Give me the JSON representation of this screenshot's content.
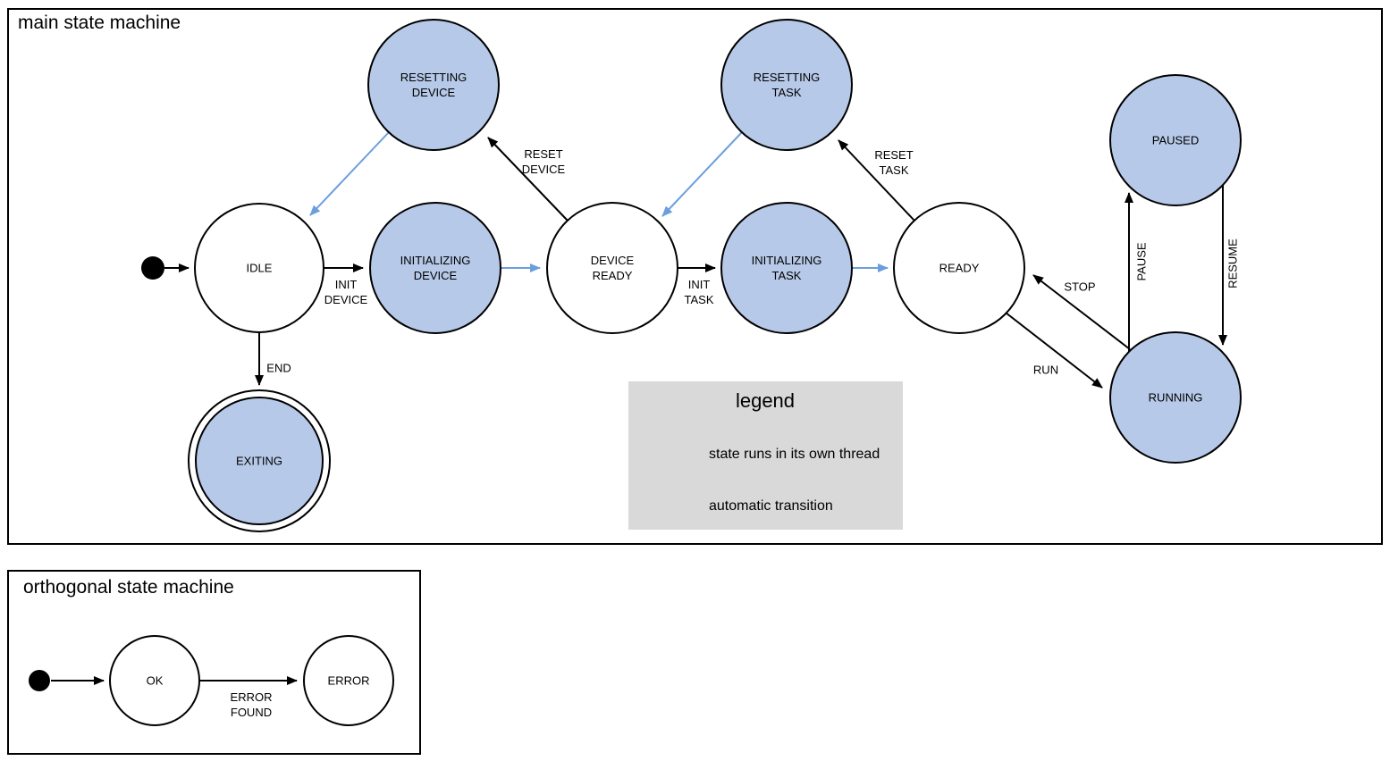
{
  "colors": {
    "state_fill": "#b7c9e8",
    "state_stroke": "#000000",
    "auto_transition": "#6c9ede",
    "legend_bg": "#d9d9d9"
  },
  "main_machine": {
    "title": "main state machine",
    "states": {
      "idle": {
        "label": "IDLE",
        "threaded": false
      },
      "resetting_device": {
        "label": "RESETTING\nDEVICE",
        "threaded": true
      },
      "initializing_device": {
        "label": "INITIALIZING\nDEVICE",
        "threaded": true
      },
      "device_ready": {
        "label": "DEVICE\nREADY",
        "threaded": false
      },
      "resetting_task": {
        "label": "RESETTING\nTASK",
        "threaded": true
      },
      "initializing_task": {
        "label": "INITIALIZING\nTASK",
        "threaded": true
      },
      "ready": {
        "label": "READY",
        "threaded": false
      },
      "paused": {
        "label": "PAUSED",
        "threaded": true
      },
      "running": {
        "label": "RUNNING",
        "threaded": true
      },
      "exiting": {
        "label": "EXITING",
        "threaded": true,
        "final": true
      }
    },
    "edges": [
      {
        "from": "start",
        "to": "idle",
        "label": "",
        "automatic": false
      },
      {
        "from": "idle",
        "to": "initializing_device",
        "label": "INIT\nDEVICE",
        "automatic": false
      },
      {
        "from": "initializing_device",
        "to": "device_ready",
        "label": "",
        "automatic": true
      },
      {
        "from": "device_ready",
        "to": "resetting_device",
        "label": "RESET\nDEVICE",
        "automatic": false
      },
      {
        "from": "resetting_device",
        "to": "idle",
        "label": "",
        "automatic": true
      },
      {
        "from": "device_ready",
        "to": "initializing_task",
        "label": "INIT\nTASK",
        "automatic": false
      },
      {
        "from": "initializing_task",
        "to": "ready",
        "label": "",
        "automatic": true
      },
      {
        "from": "ready",
        "to": "resetting_task",
        "label": "RESET\nTASK",
        "automatic": false
      },
      {
        "from": "resetting_task",
        "to": "device_ready",
        "label": "",
        "automatic": true
      },
      {
        "from": "ready",
        "to": "running",
        "label": "RUN",
        "automatic": false
      },
      {
        "from": "running",
        "to": "ready",
        "label": "STOP",
        "automatic": false
      },
      {
        "from": "running",
        "to": "paused",
        "label": "PAUSE",
        "automatic": false
      },
      {
        "from": "paused",
        "to": "running",
        "label": "RESUME",
        "automatic": false
      },
      {
        "from": "idle",
        "to": "exiting",
        "label": "END",
        "automatic": false
      }
    ]
  },
  "legend": {
    "title": "legend",
    "threaded_state": "state runs in its own thread",
    "automatic_transition": "automatic transition"
  },
  "orthogonal_machine": {
    "title": "orthogonal state machine",
    "states": {
      "ok": {
        "label": "OK",
        "threaded": false
      },
      "error": {
        "label": "ERROR",
        "threaded": false
      }
    },
    "edges": [
      {
        "from": "start",
        "to": "ok",
        "label": "",
        "automatic": false
      },
      {
        "from": "ok",
        "to": "error",
        "label": "ERROR\nFOUND",
        "automatic": false
      }
    ]
  }
}
